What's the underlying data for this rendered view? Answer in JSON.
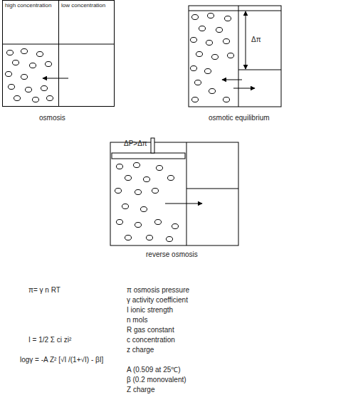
{
  "diagram": {
    "nodes": [
      {
        "text": [
          "high concentration"
        ]
      },
      {
        "text": [
          "low concentration"
        ]
      }
    ],
    "labels": [
      "osmosis",
      "Δπ",
      "osmotic equilibrium",
      "ΔP>Δπ",
      "reverse osmosis",
      "π= γ n RT",
      "π osmosis pressure",
      "γ activity coefficient",
      "I ionic strength",
      "n mols",
      "R gas constant",
      "I = 1/2 Σ ci zi²",
      "c concentration",
      "z charge",
      "logγ = -A Z² [√I /(1+√I) - βI]",
      "A (0.509 at 25℃)",
      "β (0.2 monovalent)",
      "Z charge"
    ]
  }
}
